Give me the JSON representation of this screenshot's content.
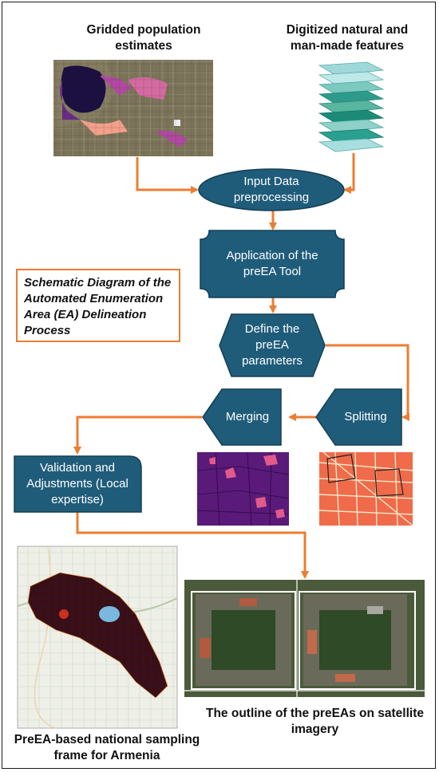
{
  "labels": {
    "gridded_population": "Gridded population estimates",
    "digitized_features": "Digitized natural and man-made features",
    "preea_outline": "The outline of the preEAs on satellite imagery",
    "national_frame": "PreEA-based national sampling frame for Armenia"
  },
  "steps": {
    "input_preprocessing": "Input Data preprocessing",
    "application_tool": "Application of the preEA Tool",
    "define_parameters": "Define the preEA parameters",
    "splitting": "Splitting",
    "merging": "Merging",
    "validation": "Validation and Adjustments (Local expertise)"
  },
  "diagram_title": "Schematic Diagram of the Automated Enumeration Area (EA) Delineation Process",
  "colors": {
    "shape_fill": "#1f5c7a",
    "arrow": "#ed7d31",
    "title_border": "#ed7d31"
  }
}
